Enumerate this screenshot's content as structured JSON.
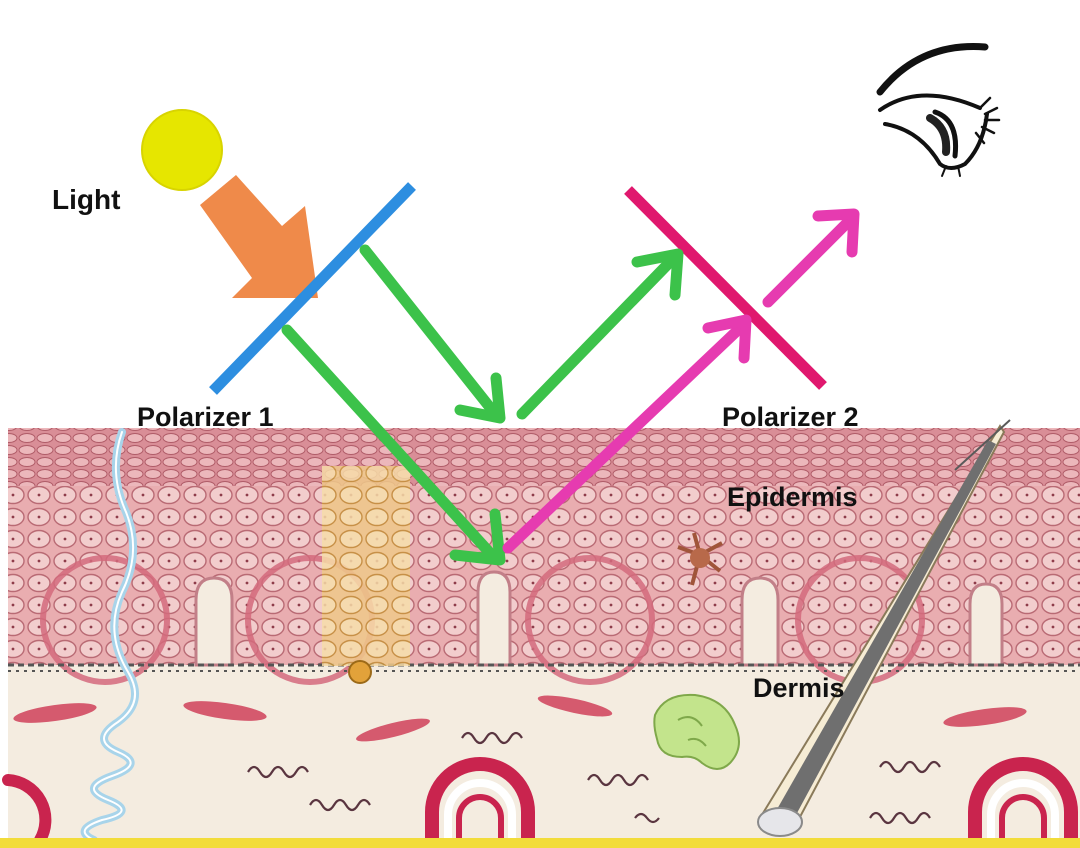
{
  "labels": {
    "light": "Light",
    "polarizer1": "Polarizer 1",
    "polarizer2": "Polarizer 2",
    "epidermis": "Epidermis",
    "dermis": "Dermis"
  },
  "colors": {
    "sun": "#e6e600",
    "incoming_light": "#ef8a4a",
    "polarizer1": "#2d8ee0",
    "polarizer2": "#e0186e",
    "reflected_polarized": "#3cc24a",
    "depolarized": "#e63bb0",
    "epidermis_bg": "#e7a6a8",
    "cell_fill": "#f1c8c9",
    "cell_stroke": "#b86a74",
    "dermis_bg": "#f4ece0",
    "dermis_fiber": "#cf4f66",
    "vessel": "#a8d4ea",
    "hair": "#6f6f6f",
    "gland": "#b9e07a",
    "baseline": "#f2dc3a"
  },
  "icons": {
    "eye": "eye-icon",
    "sun": "sun-icon"
  }
}
